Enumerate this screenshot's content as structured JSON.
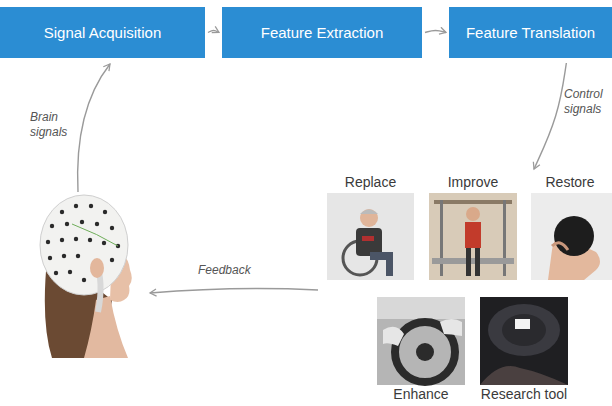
{
  "diagram": {
    "nodes": [
      {
        "text": [
          "Signal Acquisition"
        ]
      },
      {
        "text": [
          "Feature Extraction"
        ]
      },
      {
        "text": [
          "Feature Translation"
        ]
      },
      {
        "text": [
          "Replace"
        ]
      },
      {
        "text": [
          "Improve"
        ]
      },
      {
        "text": [
          "Restore"
        ]
      },
      {
        "text": [
          "Enhance"
        ]
      },
      {
        "text": [
          "Research tool"
        ]
      }
    ],
    "edges": [
      {
        "from": 0,
        "to": 1,
        "arrow": "to"
      },
      {
        "from": 1,
        "to": 2,
        "arrow": "to"
      },
      {
        "from": 2,
        "to": 5,
        "label": "Control signals",
        "arrow": "to"
      }
    ],
    "labels": [
      "Brain signals",
      "Feedback"
    ]
  }
}
